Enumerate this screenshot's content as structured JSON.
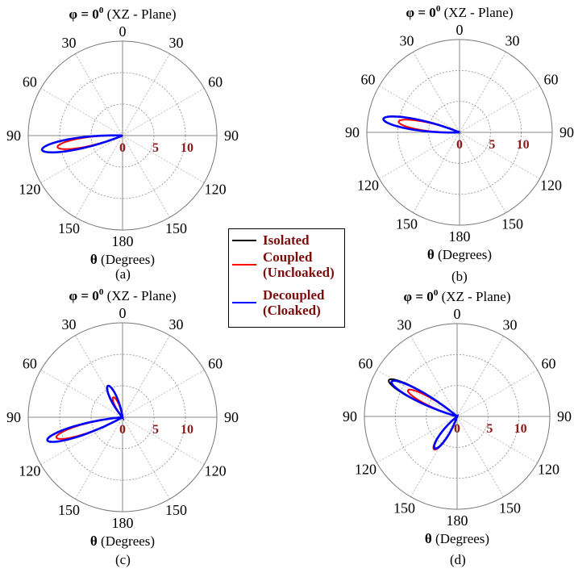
{
  "figure": {
    "panels": [
      {
        "id": "a",
        "title_prefix": "φ = 0",
        "title_sup": "0",
        "title_suffix": " (XZ - Plane)",
        "xlabel_sym": "θ",
        "xlabel": " (Degrees)",
        "caption": "(a)"
      },
      {
        "id": "b",
        "title_prefix": "φ = 0",
        "title_sup": "0",
        "title_suffix": " (XZ - Plane)",
        "xlabel_sym": "θ",
        "xlabel": " (Degrees)",
        "caption": "(b)"
      },
      {
        "id": "c",
        "title_prefix": "φ = 0",
        "title_sup": "0",
        "title_suffix": " (XZ - Plane)",
        "xlabel_sym": "θ",
        "xlabel": " (Degrees)",
        "caption": "(c)"
      },
      {
        "id": "d",
        "title_prefix": "φ = 0",
        "title_sup": "0",
        "title_suffix": " (XZ - Plane)",
        "xlabel_sym": "θ",
        "xlabel": " (Degrees)",
        "caption": "(d)"
      }
    ],
    "angle_labels": [
      "0",
      "30",
      "60",
      "90",
      "120",
      "150",
      "180",
      "150",
      "120",
      "90",
      "60",
      "30"
    ],
    "radial_labels": [
      "0",
      "5",
      "10"
    ],
    "legend": [
      {
        "label": "Isolated",
        "color": "#000000"
      },
      {
        "label": "Coupled\n(Uncloaked)",
        "label_line1": "Coupled",
        "label_line2": "(Uncloaked)",
        "color": "#ff0000"
      },
      {
        "label": "Decoupled\n(Cloaked)",
        "label_line1": "Decoupled",
        "label_line2": "(Cloaked)",
        "color": "#0000ff"
      }
    ],
    "colors": {
      "grid": "#888888",
      "radial_label": "#8b1a1a",
      "legend_text": "#7b0d0d"
    }
  },
  "chart_data": [
    {
      "type": "polar",
      "panel": "a",
      "title": "φ = 0° (XZ - Plane)",
      "xlabel": "θ (Degrees)",
      "theta_ticks": [
        0,
        30,
        60,
        90,
        120,
        150,
        180
      ],
      "r_ticks": [
        0,
        5,
        10
      ],
      "r_range": [
        0,
        15
      ],
      "grid": true,
      "series": [
        {
          "name": "Isolated",
          "main_lobe_theta_deg": -100,
          "peak_gain": 13
        },
        {
          "name": "Coupled (Uncloaked)",
          "main_lobe_theta_deg": -100,
          "peak_gain": 10.5
        },
        {
          "name": "Decoupled (Cloaked)",
          "main_lobe_theta_deg": -100,
          "peak_gain": 13
        }
      ]
    },
    {
      "type": "polar",
      "panel": "b",
      "title": "φ = 0° (XZ - Plane)",
      "xlabel": "θ (Degrees)",
      "theta_ticks": [
        0,
        30,
        60,
        90,
        120,
        150,
        180
      ],
      "r_ticks": [
        0,
        5,
        10
      ],
      "r_range": [
        0,
        15
      ],
      "grid": true,
      "series": [
        {
          "name": "Isolated",
          "main_lobe_theta_deg": -80,
          "peak_gain": 12.5
        },
        {
          "name": "Coupled (Uncloaked)",
          "main_lobe_theta_deg": -80,
          "peak_gain": 10
        },
        {
          "name": "Decoupled (Cloaked)",
          "main_lobe_theta_deg": -80,
          "peak_gain": 12.5
        }
      ]
    },
    {
      "type": "polar",
      "panel": "c",
      "title": "φ = 0° (XZ - Plane)",
      "xlabel": "θ (Degrees)",
      "theta_ticks": [
        0,
        30,
        60,
        90,
        120,
        150,
        180
      ],
      "r_ticks": [
        0,
        5,
        10
      ],
      "r_range": [
        0,
        15
      ],
      "grid": true,
      "series": [
        {
          "name": "Isolated",
          "lobes": [
            {
              "theta_deg": -107,
              "peak_gain": 12.5
            },
            {
              "theta_deg": -25,
              "peak_gain": 5.5
            }
          ]
        },
        {
          "name": "Coupled (Uncloaked)",
          "lobes": [
            {
              "theta_deg": -107,
              "peak_gain": 11
            },
            {
              "theta_deg": -25,
              "peak_gain": 3.5
            }
          ]
        },
        {
          "name": "Decoupled (Cloaked)",
          "lobes": [
            {
              "theta_deg": -107,
              "peak_gain": 12.5
            },
            {
              "theta_deg": -25,
              "peak_gain": 5.5
            }
          ]
        }
      ]
    },
    {
      "type": "polar",
      "panel": "d",
      "title": "φ = 0° (XZ - Plane)",
      "xlabel": "θ (Degrees)",
      "theta_ticks": [
        0,
        30,
        60,
        90,
        120,
        150,
        180
      ],
      "r_ticks": [
        0,
        5,
        10
      ],
      "r_range": [
        0,
        15
      ],
      "grid": true,
      "series": [
        {
          "name": "Isolated",
          "lobes": [
            {
              "theta_deg": -62,
              "peak_gain": 12.5
            },
            {
              "theta_deg": -145,
              "peak_gain": 6.5
            }
          ]
        },
        {
          "name": "Coupled (Uncloaked)",
          "lobes": [
            {
              "theta_deg": -62,
              "peak_gain": 9
            },
            {
              "theta_deg": -145,
              "peak_gain": 6.5
            }
          ]
        },
        {
          "name": "Decoupled (Cloaked)",
          "lobes": [
            {
              "theta_deg": -62,
              "peak_gain": 12
            },
            {
              "theta_deg": -145,
              "peak_gain": 6.3
            }
          ]
        }
      ]
    }
  ]
}
